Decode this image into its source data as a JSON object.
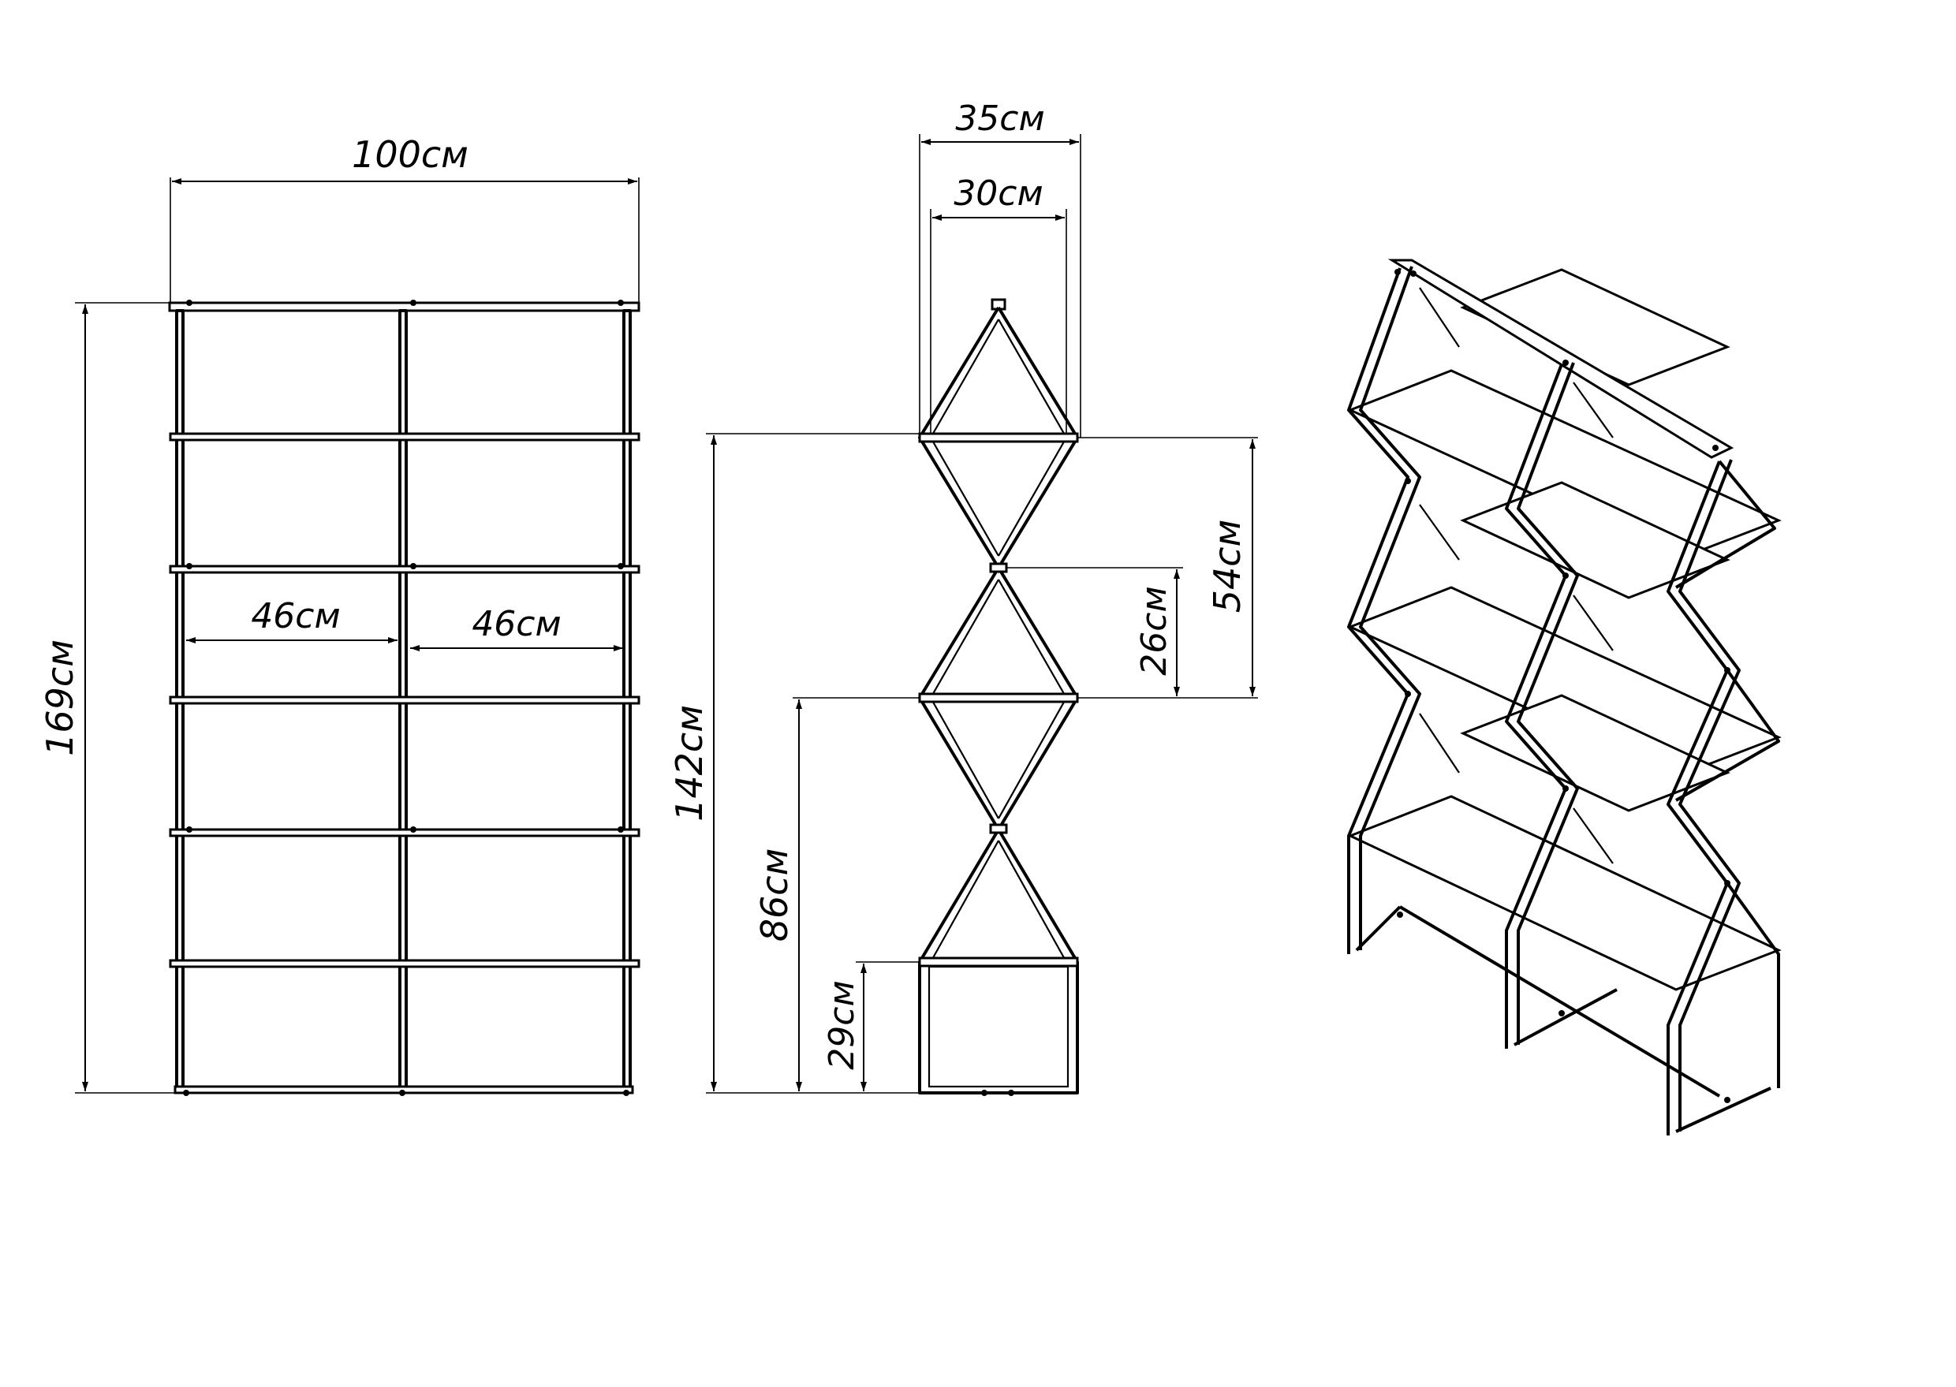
{
  "dimensions": {
    "front_width": "100см",
    "front_height": "169см",
    "bay_left_width": "46см",
    "bay_right_width": "46см",
    "side_outer_depth": "35см",
    "side_inner_depth": "30см",
    "side_height": "142см",
    "side_module_height": "54см",
    "side_half_module": "26см",
    "side_lower_height": "86см",
    "side_base_height": "29см"
  },
  "colors": {
    "line": "#000000",
    "background": "#ffffff"
  }
}
